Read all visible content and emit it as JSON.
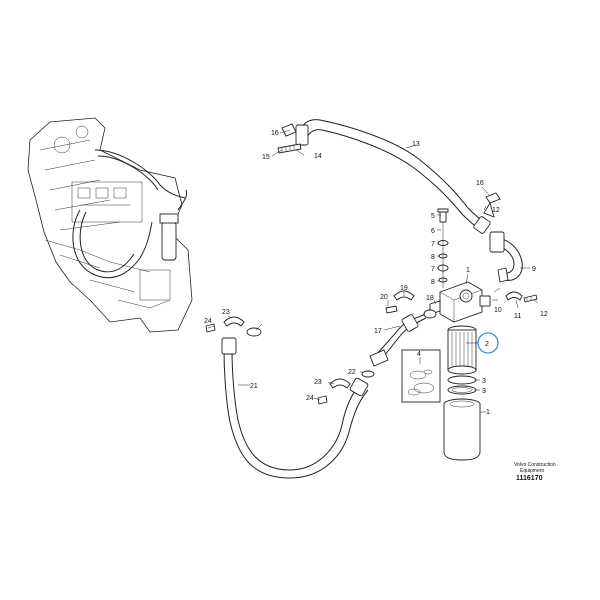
{
  "callouts": {
    "c1a": "1",
    "c1b": "1",
    "c2": "2",
    "c3a": "3",
    "c3b": "3",
    "c4": "4",
    "c5": "5",
    "c6": "6",
    "c7a": "7",
    "c7b": "7",
    "c8a": "8",
    "c8b": "8",
    "c9": "9",
    "c10": "10",
    "c11": "11",
    "c12": "12",
    "c13": "13",
    "c14": "14",
    "c15": "15",
    "c16a": "16",
    "c16b": "16",
    "c17": "17",
    "c18": "18",
    "c19": "19",
    "c20": "20",
    "c21": "21",
    "c22": "22",
    "c23a": "23",
    "c23b": "23",
    "c24a": "24",
    "c24b": "24"
  },
  "credit_line1": "Volvo Construction",
  "credit_line2": "Equipment",
  "doc_number": "1116170",
  "colors": {
    "line": "#222222",
    "highlight_circle": "#3a8fd0"
  }
}
